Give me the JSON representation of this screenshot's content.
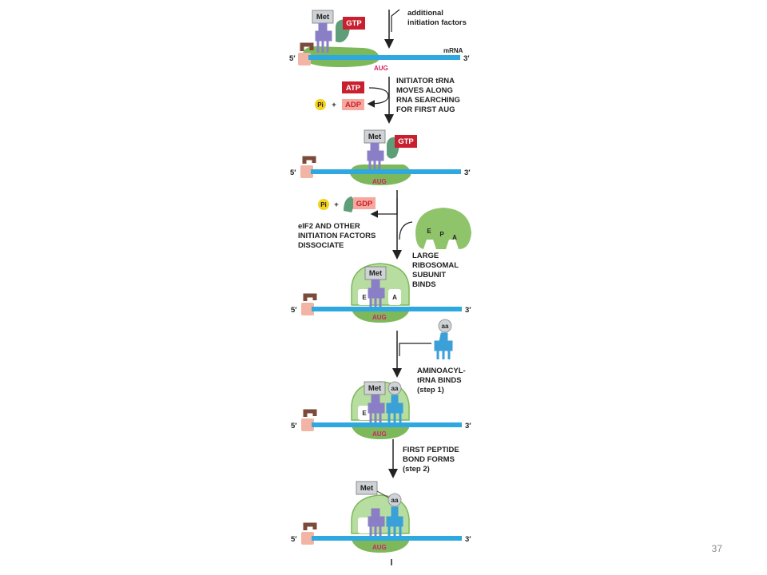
{
  "labels": {
    "met": "Met",
    "gtp": "GTP",
    "atp": "ATP",
    "adp": "ADP",
    "gdp": "GDP",
    "pi": "Pi",
    "plus": "+",
    "aug": "AUG",
    "five_prime": "5′",
    "three_prime": "3′",
    "mrna": "mRNA",
    "aa": "aa",
    "site_e": "E",
    "site_p": "P",
    "site_a": "A"
  },
  "steps": {
    "additional_factors": [
      "additional",
      "initiation factors"
    ],
    "scanning": [
      "INITIATOR tRNA",
      "MOVES ALONG",
      "RNA SEARCHING",
      "FOR FIRST AUG"
    ],
    "dissociate": [
      "eIF2 AND OTHER",
      "INITIATION FACTORS",
      "DISSOCIATE"
    ],
    "large_subunit": [
      "LARGE",
      "RIBOSOMAL",
      "SUBUNIT",
      "BINDS"
    ],
    "aminoacyl": [
      "AMINOACYL-",
      "tRNA BINDS",
      "(step 1)"
    ],
    "peptide_bond": [
      "FIRST PEPTIDE",
      "BOND FORMS",
      "(step 2)"
    ]
  },
  "colors": {
    "mrna": "#2fa8e0",
    "ribosome": "#7db85a",
    "ribosome_light": "#b7dea0",
    "cap": "#f2b5a5",
    "cap_dark": "#7b4a3a",
    "trna_initiator": "#8a7fc6",
    "trna_aminoacyl": "#3b9fd8",
    "gtp": "#c8202f",
    "factor": "#5e9e78",
    "aug": "#d4206a",
    "pi": "#f5d31a"
  },
  "slide_number": "37"
}
